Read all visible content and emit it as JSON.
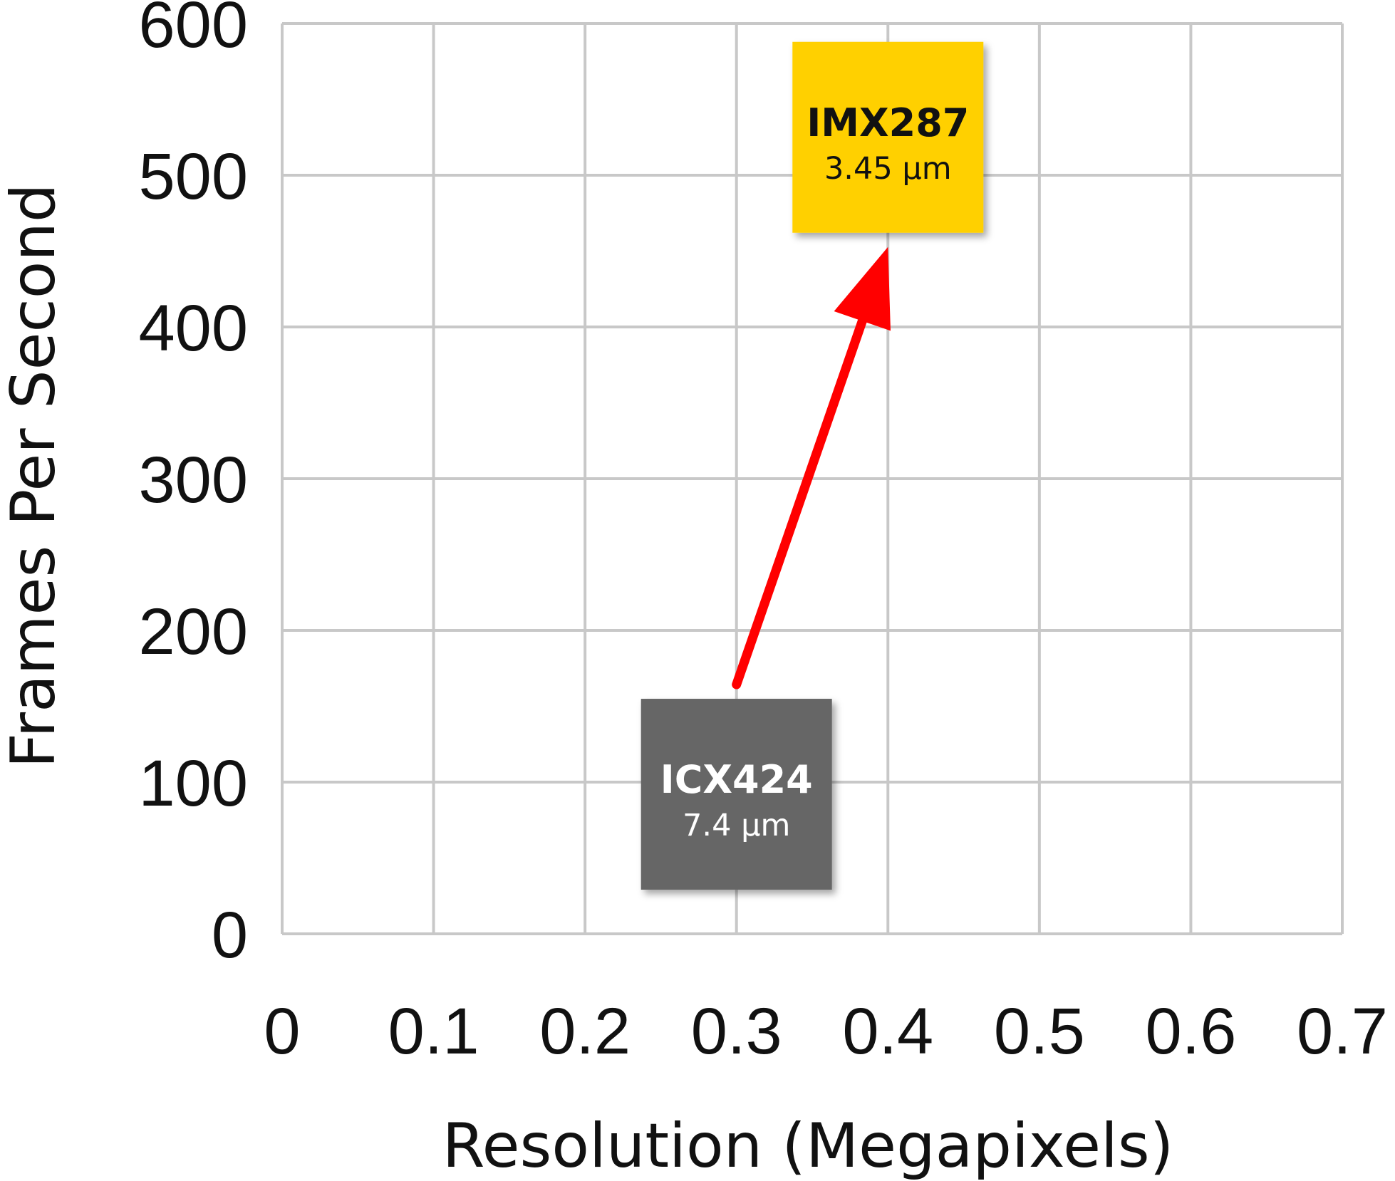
{
  "chart_data": {
    "type": "scatter",
    "xlabel": "Resolution (Megapixels)",
    "ylabel": "Frames Per Second",
    "xlim": [
      0,
      0.7
    ],
    "ylim": [
      0,
      600
    ],
    "x_ticks": [
      "0",
      "0.1",
      "0.2",
      "0.3",
      "0.4",
      "0.5",
      "0.6",
      "0.7"
    ],
    "y_ticks": [
      "0",
      "100",
      "200",
      "300",
      "400",
      "500",
      "600"
    ],
    "grid": true,
    "points": [
      {
        "name": "ICX424",
        "pixel_size": "7.4 µm",
        "x": 0.3,
        "y": 92,
        "color": "#666666",
        "text_color": "#ffffff"
      },
      {
        "name": "IMX287",
        "pixel_size": "3.45 µm",
        "x": 0.4,
        "y": 525,
        "color": "#ffd000",
        "text_color": "#111111"
      }
    ],
    "annotations": [
      {
        "type": "arrow",
        "from": "ICX424",
        "to": "IMX287",
        "color": "#ff0000"
      }
    ]
  }
}
